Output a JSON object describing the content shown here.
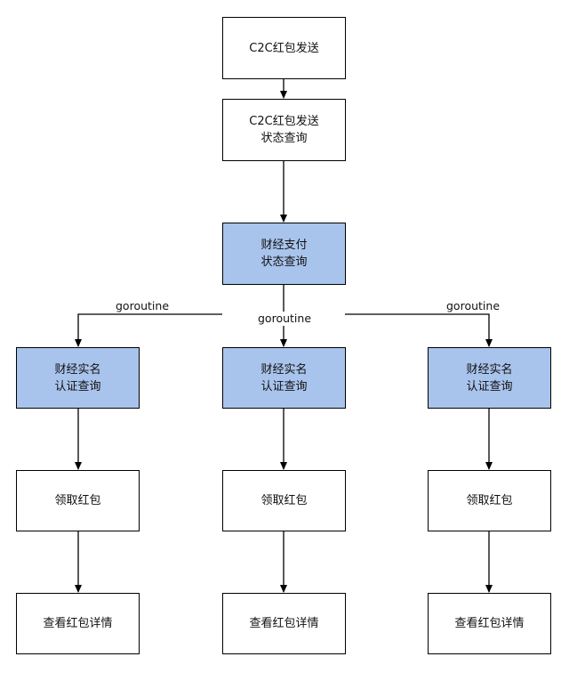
{
  "colors": {
    "highlight": "#a9c4ec",
    "stroke": "#000000"
  },
  "nodes": {
    "send": "C2C红包发送",
    "send_status": "C2C红包发送\n状态查询",
    "pay_status": "财经支付\n状态查询",
    "auth_left": "财经实名\n认证查询",
    "auth_mid": "财经实名\n认证查询",
    "auth_right": "财经实名\n认证查询",
    "recv_left": "领取红包",
    "recv_mid": "领取红包",
    "recv_right": "领取红包",
    "detail_left": "查看红包详情",
    "detail_mid": "查看红包详情",
    "detail_right": "查看红包详情"
  },
  "edges": {
    "goroutine_left": "goroutine",
    "goroutine_mid": "goroutine",
    "goroutine_right": "goroutine"
  }
}
